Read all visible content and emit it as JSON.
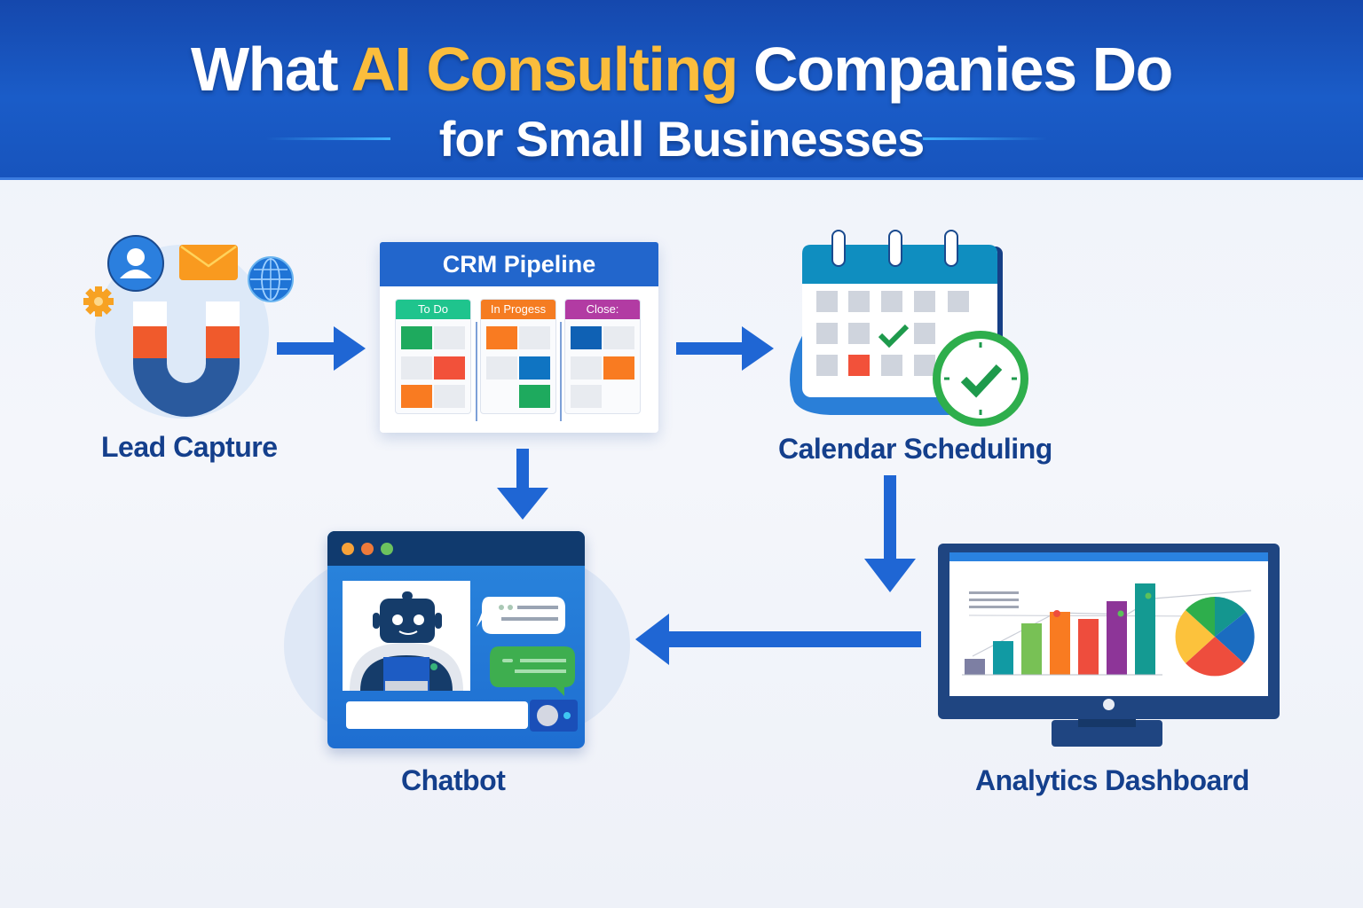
{
  "header": {
    "title_prefix": "What ",
    "title_highlight": "AI Consulting",
    "title_suffix": " Companies Do",
    "subtitle": "for Small Businesses",
    "colors": {
      "background": "#1a5cc8",
      "highlight": "#fbbd3c",
      "text": "#ffffff"
    }
  },
  "nodes": {
    "lead_capture": {
      "label": "Lead Capture",
      "icons": [
        "user-icon",
        "envelope-icon",
        "globe-icon",
        "gear-icon",
        "magnet-icon"
      ]
    },
    "crm": {
      "title": "CRM Pipeline",
      "columns": [
        {
          "label": "To Do",
          "color": "#1fc48d"
        },
        {
          "label": "In Progess",
          "color": "#f57c21"
        },
        {
          "label": "Close:",
          "color": "#b23ba3"
        }
      ]
    },
    "calendar": {
      "label": "Calendar Scheduling"
    },
    "chatbot": {
      "label": "Chatbot"
    },
    "analytics": {
      "label": "Analytics Dashboard"
    }
  },
  "flow": [
    {
      "from": "Lead Capture",
      "to": "CRM Pipeline",
      "direction": "right"
    },
    {
      "from": "CRM Pipeline",
      "to": "Calendar Scheduling",
      "direction": "right"
    },
    {
      "from": "CRM Pipeline",
      "to": "Chatbot",
      "direction": "down"
    },
    {
      "from": "Calendar Scheduling",
      "to": "Analytics Dashboard",
      "direction": "down"
    },
    {
      "from": "Analytics Dashboard",
      "to": "Chatbot",
      "direction": "left"
    }
  ],
  "colors": {
    "label_text": "#143f8c",
    "arrow": "#1f66d4"
  }
}
